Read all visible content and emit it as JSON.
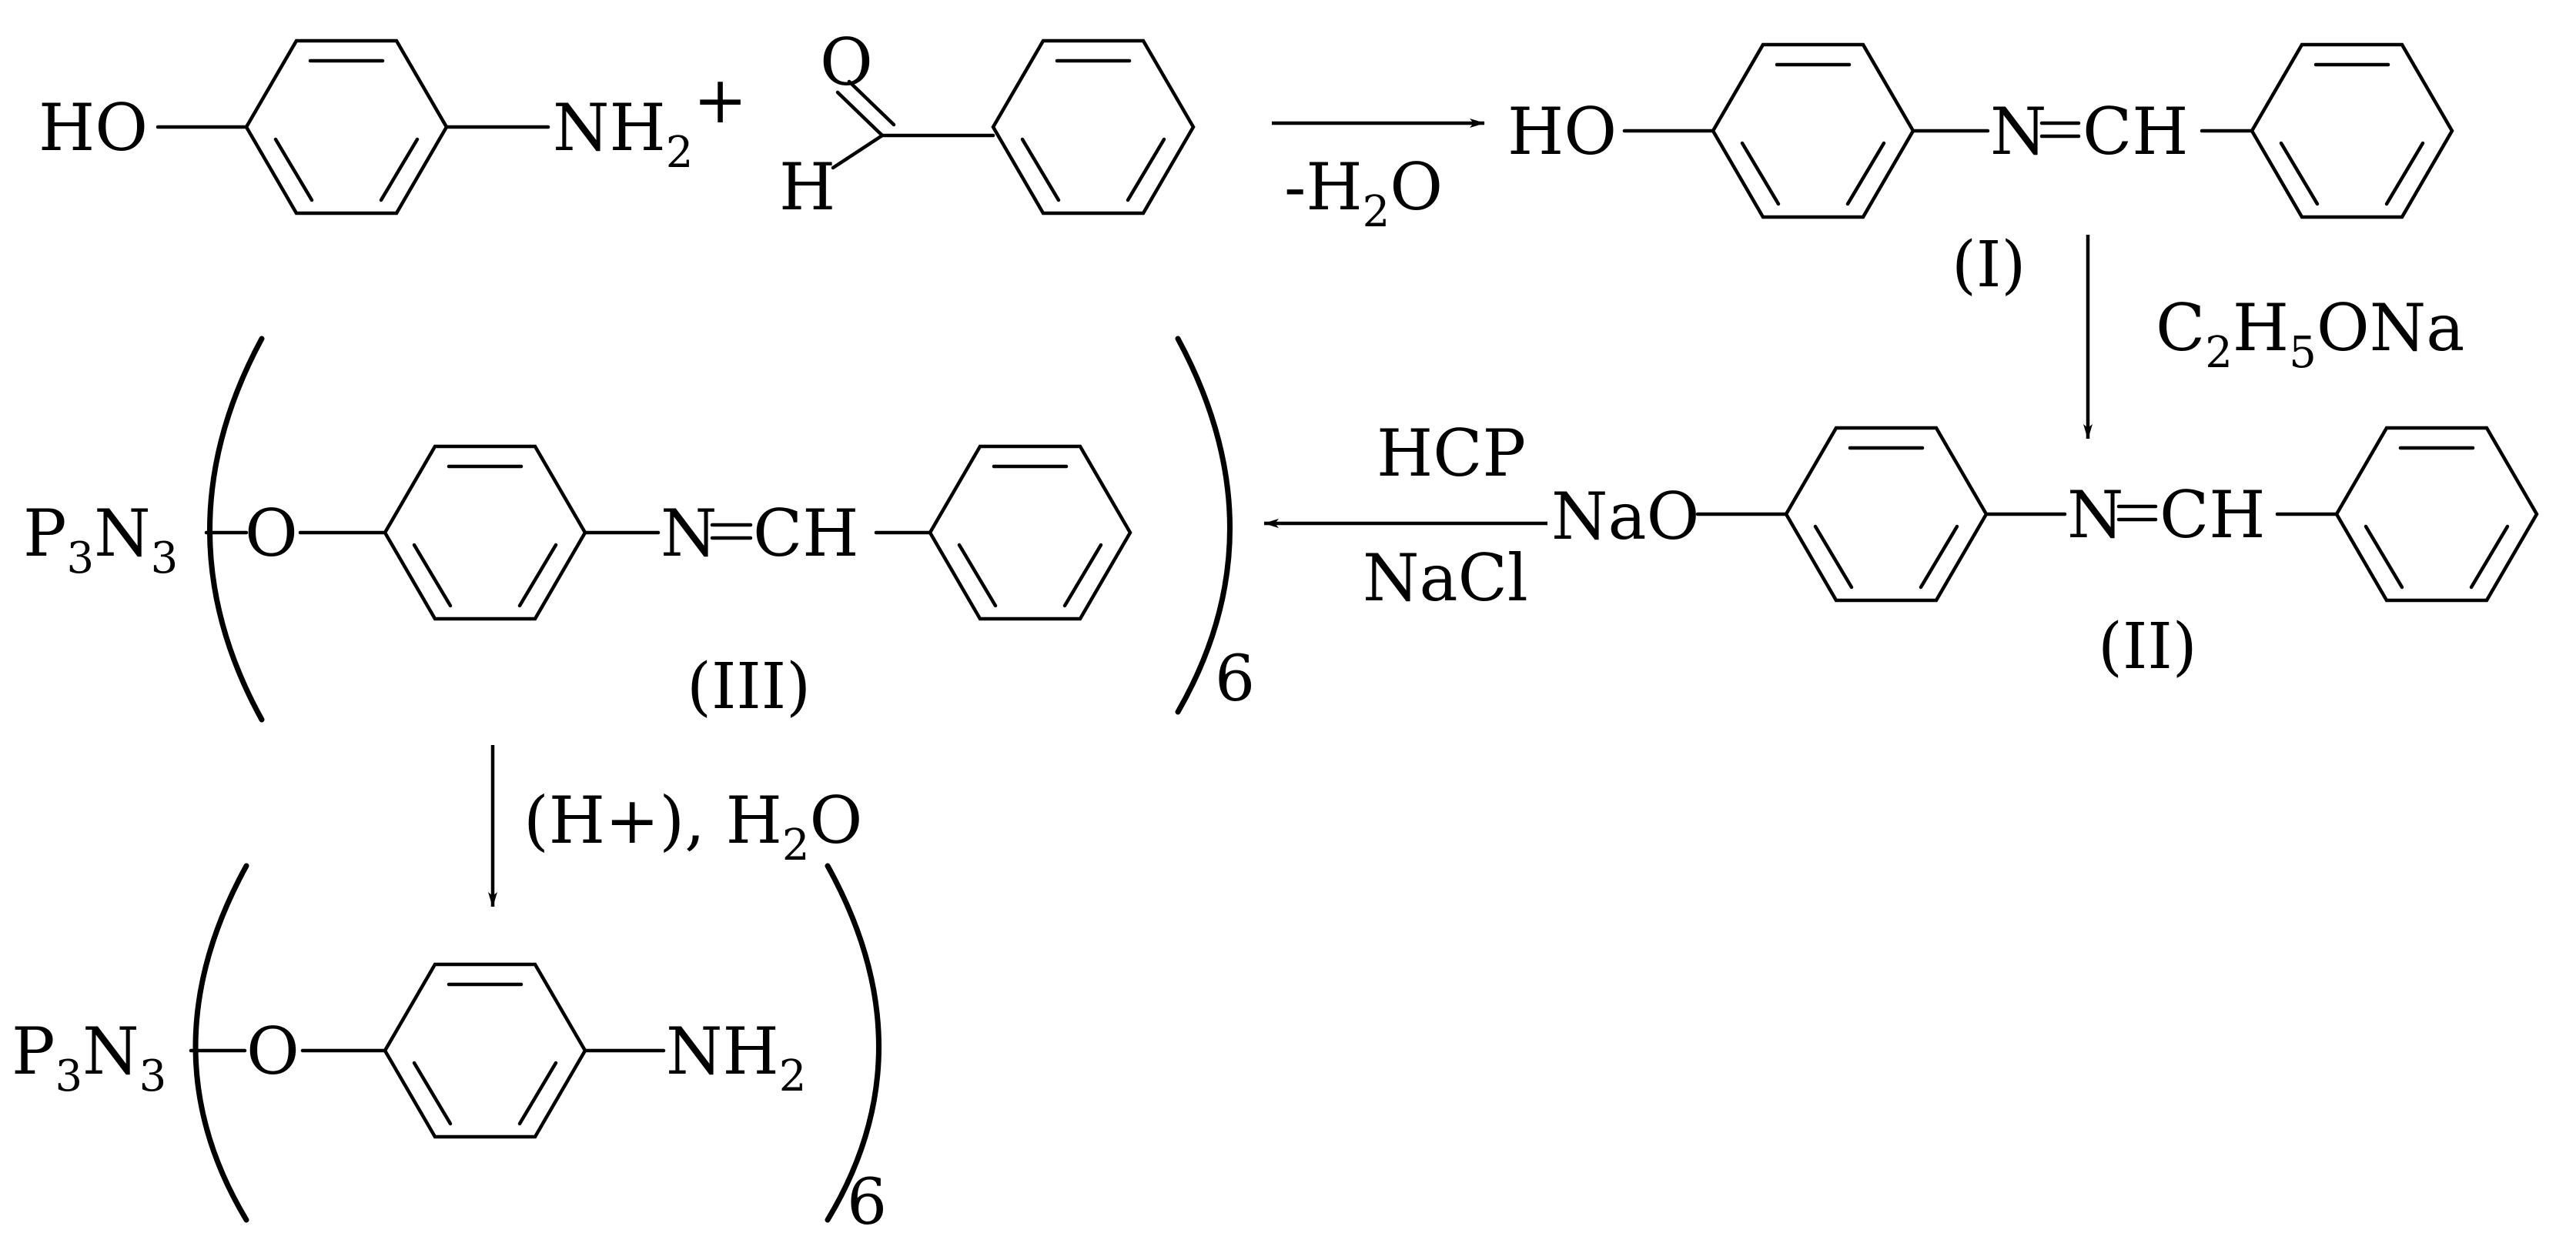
{
  "reactant1": {
    "ho": "HO",
    "nh2_main": "NH",
    "nh2_sub": "2",
    "plus": "+"
  },
  "reactant2": {
    "o": "O",
    "h": "H"
  },
  "arrow1": {
    "minus": "-H",
    "sub": "2",
    "end": "O"
  },
  "compound1": {
    "ho": "HO",
    "n": "N",
    "ch": "CH",
    "caption": "(I)"
  },
  "arrow2": {
    "c": "C",
    "c_sub": "2",
    "h": "H",
    "h_sub": "5",
    "end": "ONa"
  },
  "compound2": {
    "nao": "NaO",
    "n": "N",
    "ch": "CH",
    "caption": "(II)"
  },
  "arrow3": {
    "above": "HCP",
    "below": "NaCl"
  },
  "compound3": {
    "p": "P",
    "p_sub": "3",
    "n3": "N",
    "n3_sub": "3",
    "o": "O",
    "n": "N",
    "ch": "CH",
    "caption": "(III)",
    "multiplier": "6"
  },
  "arrow4": {
    "label_a": "(H+), H",
    "sub": "2",
    "label_b": "O"
  },
  "compound4": {
    "p": "P",
    "p_sub": "3",
    "n3": "N",
    "n3_sub": "3",
    "o": "O",
    "nh": "NH",
    "nh_sub": "2",
    "multiplier": "6"
  }
}
